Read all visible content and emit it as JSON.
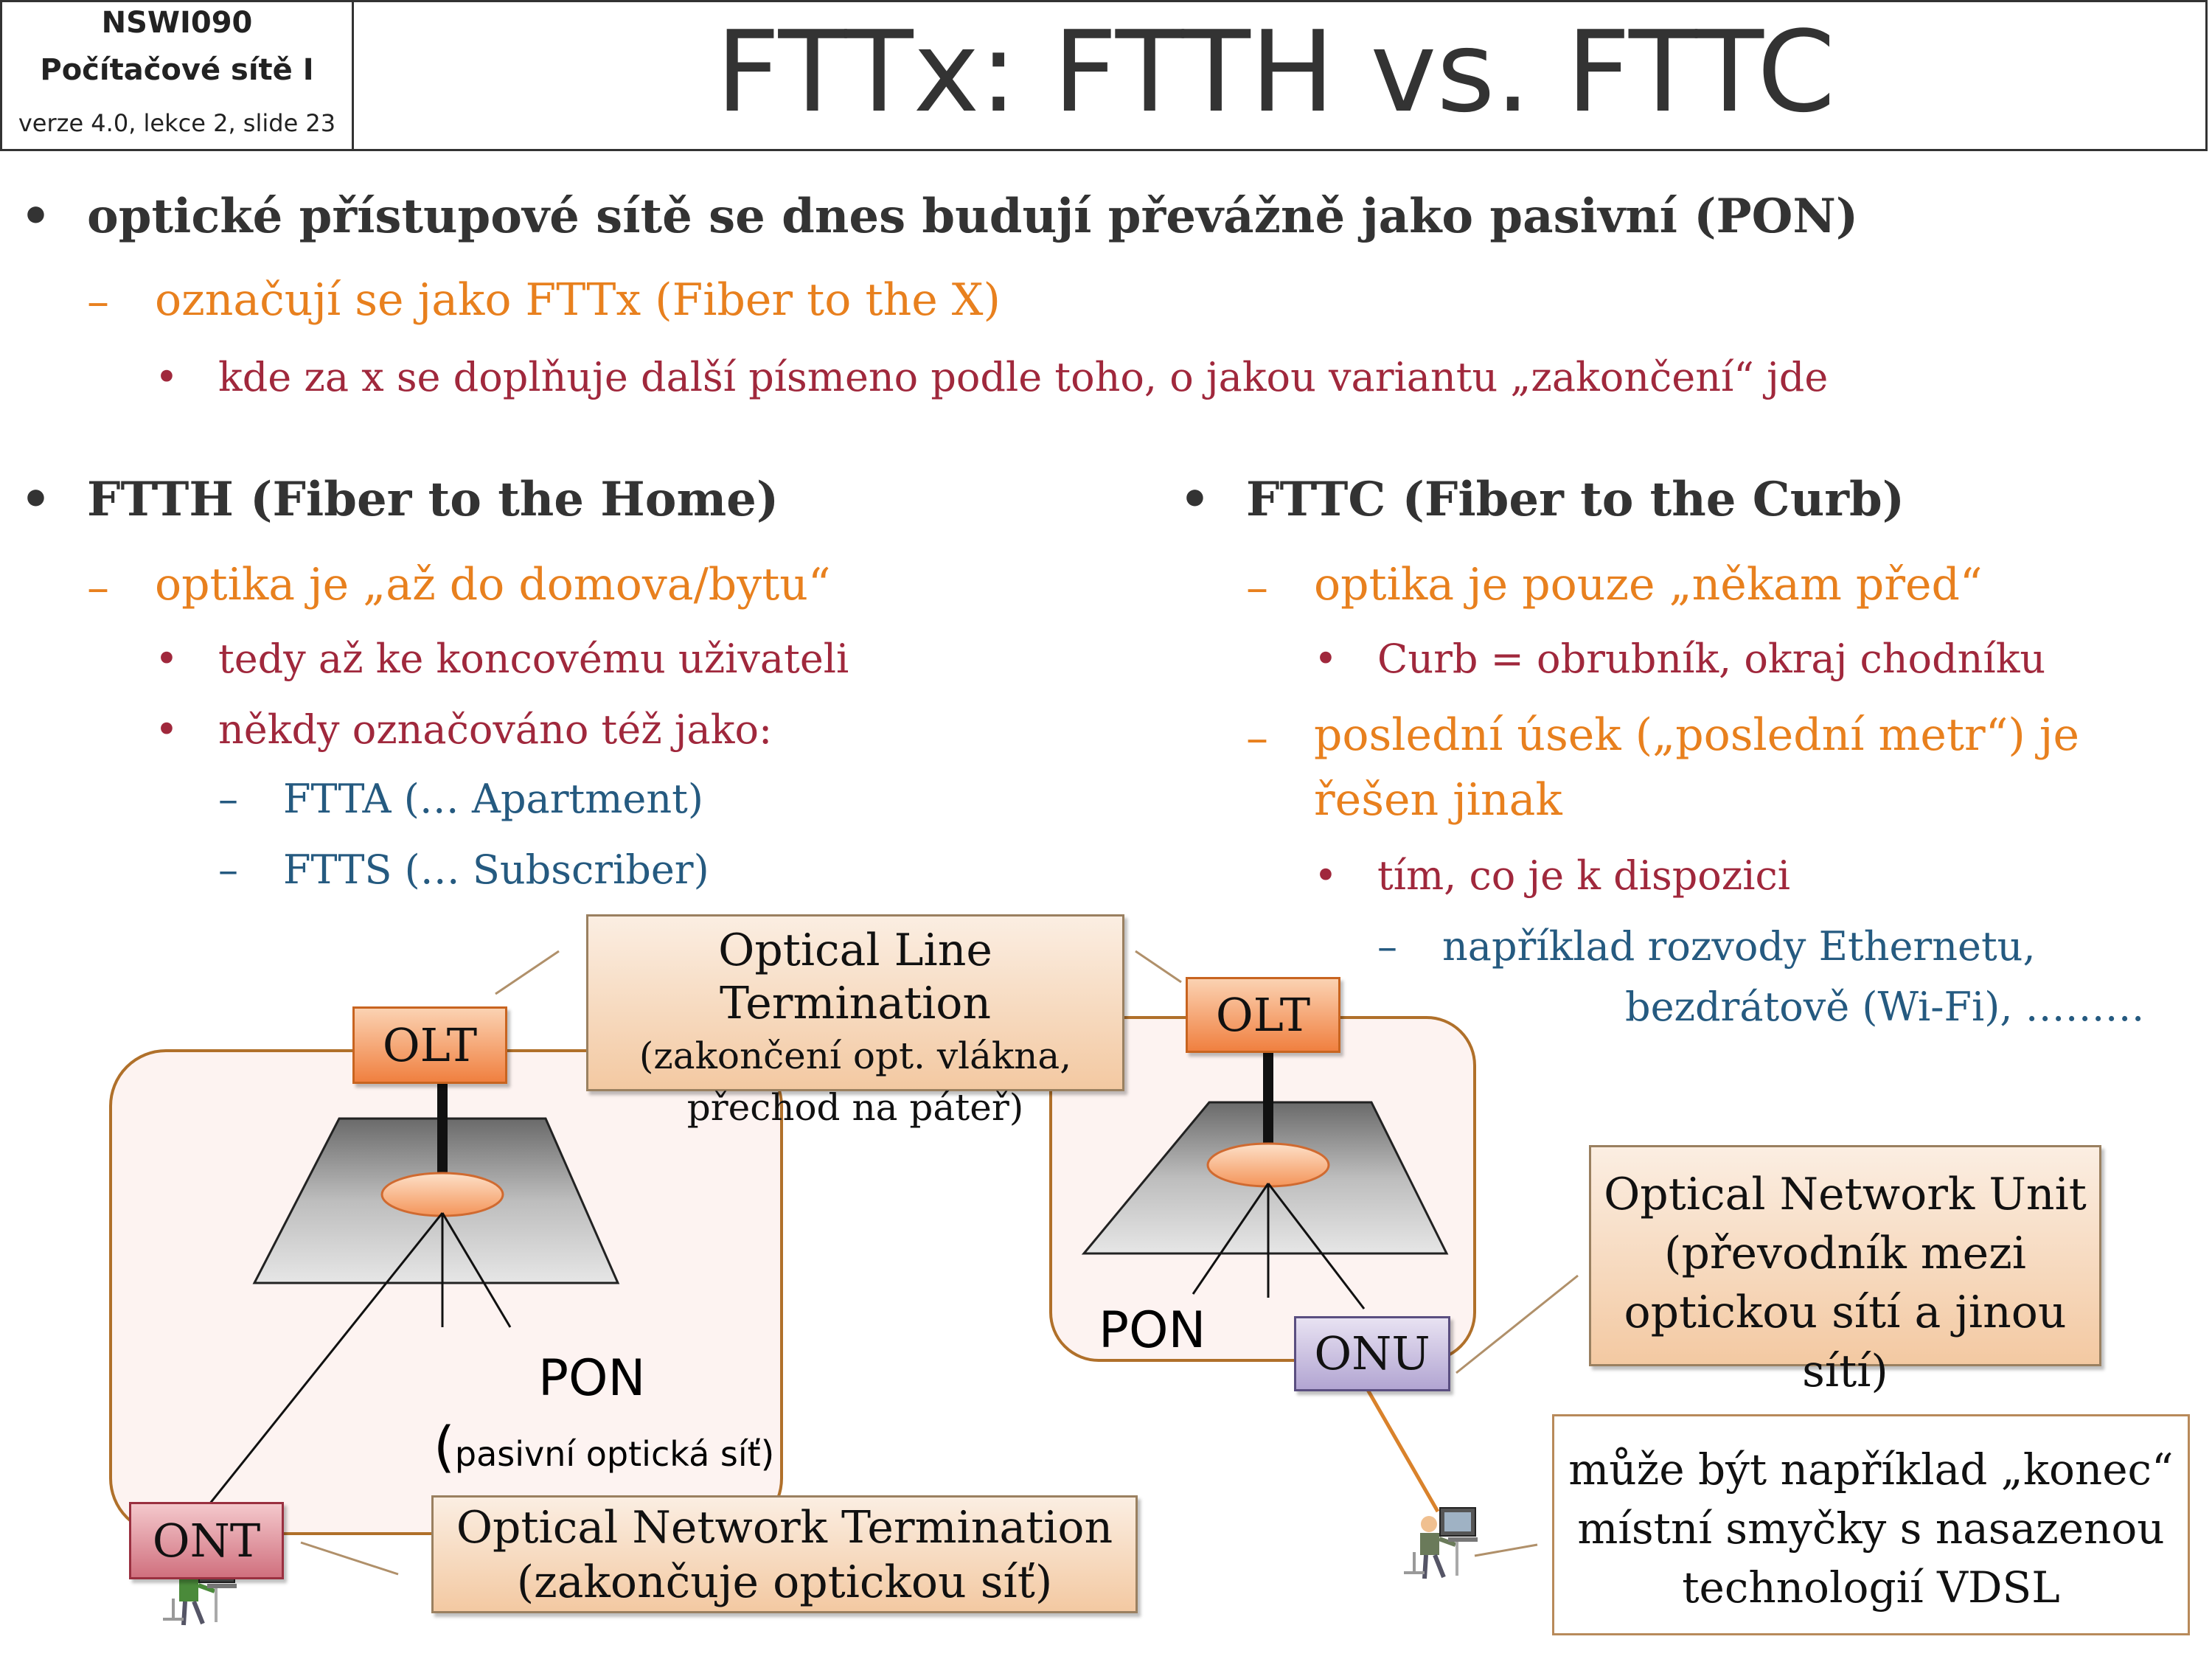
{
  "header": {
    "course_code": "NSWI090",
    "course_name": "Počítačové sítě I",
    "version": "verze 4.0, lekce 2, slide 23",
    "title": "FTTx: FTTH vs. FTTC"
  },
  "markers": {
    "bullet": "•",
    "dash": "–"
  },
  "intro": {
    "l1": "optické přístupové sítě se dnes budují převážně jako pasivní (PON)",
    "l2": "označují se jako FTTx (Fiber to the X)",
    "l3": "kde za x se doplňuje další písmeno podle toho, o jakou variantu „zakončení“ jde"
  },
  "ftth": {
    "heading": "FTTH (Fiber to the Home)",
    "sub": "optika je „až do domova/bytu“",
    "p1": "tedy až ke koncovému uživateli",
    "p2": "někdy označováno též jako:",
    "a": "FTTA (…  Apartment)",
    "b": "FTTS (…  Subscriber)"
  },
  "fttc": {
    "heading": "FTTC (Fiber to the Curb)",
    "sub1": "optika je pouze „někam před“",
    "p1": "Curb = obrubník, okraj chodníku",
    "sub2_line1": "poslední úsek („poslední metr“) je",
    "sub2_line2": "řešen jinak",
    "p2": "tím, co je k dispozici",
    "ex_line1": "například rozvody Ethernetu,",
    "ex_line2": "bezdrátově (Wi-Fi), ………"
  },
  "diagram": {
    "olt_label": "OLT",
    "onu_label": "ONU",
    "ont_label": "ONT",
    "pon_label": "PON",
    "pon_desc": "pasivní optická síť",
    "olt_callout": {
      "line1": "Optical Line Termination",
      "line2": "(zakončení opt. vlákna,",
      "line3": "přechod na páteř)"
    },
    "ont_callout": {
      "line1": "Optical Network Termination",
      "line2": "(zakončuje optickou síť)"
    },
    "onu_callout": {
      "line1": "Optical Network Unit",
      "line2": "(převodník mezi",
      "line3": "optickou sítí a jinou sítí)"
    },
    "vdsl_callout": {
      "line1": "může být například „konec“",
      "line2": "místní smyčky s nasazenou",
      "line3": "technologií  VDSL"
    }
  },
  "colors": {
    "level1": "#333333",
    "level2": "#e8801e",
    "level3": "#a0283c",
    "level4": "#255a80",
    "olt": "#f08040",
    "onu": "#b2a5d2",
    "ont": "#d0707e"
  }
}
